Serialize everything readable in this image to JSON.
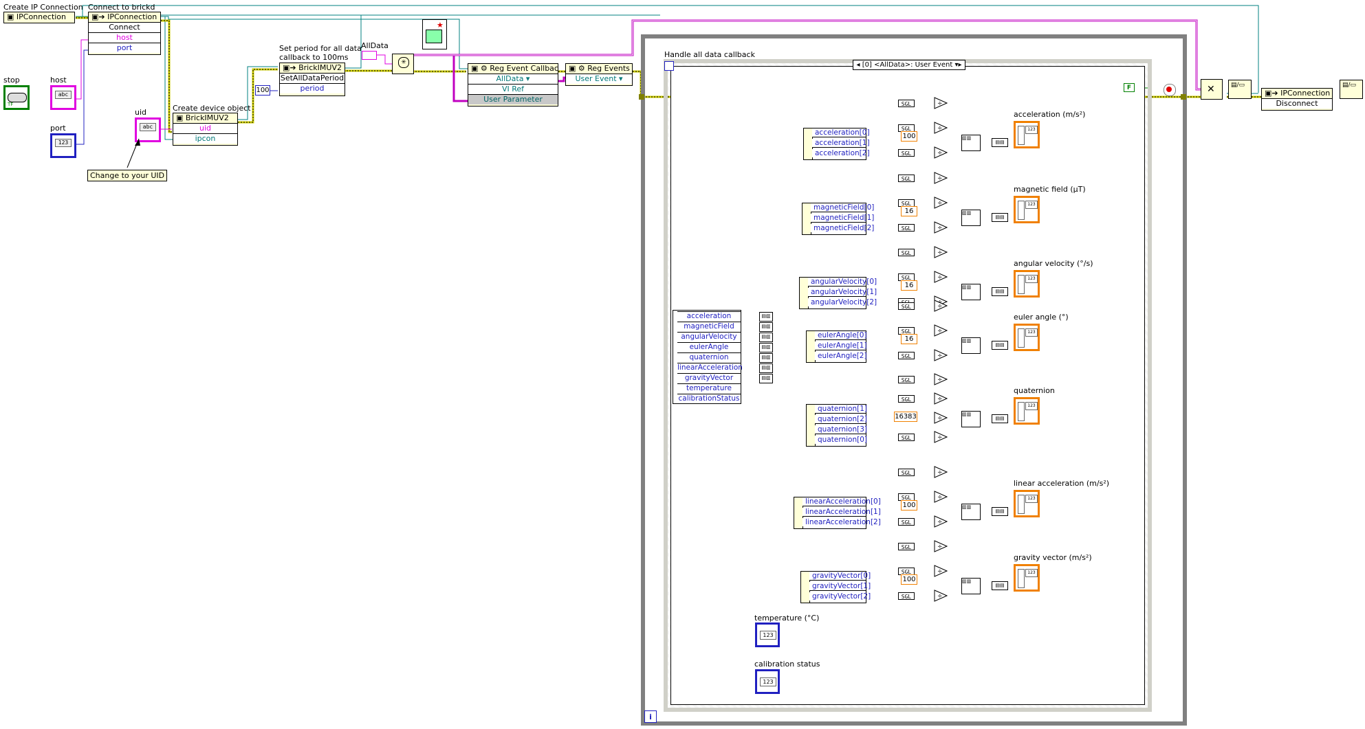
{
  "labels": {
    "create_ip": "Create IP Connection",
    "connect": "Connect to brickd",
    "stop": "stop",
    "host": "host",
    "port": "port",
    "uid": "uid",
    "change_uid": "Change to your UID",
    "create_device": "Create device object",
    "set_period": "Set period for all data\ncallback to 100ms",
    "alldata": "AllData",
    "handle_callback": "Handle all data callback",
    "temperature_ind": "temperature (°C)",
    "calibration_ind": "calibration status"
  },
  "nodes": {
    "ipcon_new": "IPConnection",
    "ipcon_connect": {
      "title": "IPConnection",
      "method": "Connect",
      "rows": [
        "host",
        "port"
      ]
    },
    "brick_new": {
      "title": "BrickIMUV2",
      "rows": [
        "uid",
        "ipcon"
      ]
    },
    "set_period": {
      "title": "BrickIMUV2",
      "method": "SetAllDataPeriod",
      "rows": [
        "period"
      ]
    },
    "reg_cb": {
      "title": "Reg Event Callback",
      "rows": [
        "AllData",
        "VI Ref",
        "User Parameter"
      ]
    },
    "reg_events": {
      "title": "Reg Events",
      "rows": [
        "User Event"
      ]
    },
    "ipcon_disc": {
      "title": "IPConnection",
      "method": "Disconnect"
    },
    "event_case": "[0] <AllData>: User Event"
  },
  "constants": {
    "period": "100",
    "bool_false": "F",
    "n100a": "100",
    "n16a": "16",
    "n16b": "16",
    "n16c": "16",
    "n16383": "16383",
    "n100b": "100",
    "n100c": "100",
    "sgl": "SGL",
    "abc": "abc",
    "num": "123",
    "tf": "TF",
    "i": "i"
  },
  "unbundle": [
    "acceleration",
    "magneticField",
    "angularVelocity",
    "eulerAngle",
    "quaternion",
    "linearAcceleration",
    "gravityVector",
    "temperature",
    "calibrationStatus"
  ],
  "groups": [
    {
      "rows": [
        "acceleration[0]",
        "acceleration[1]",
        "acceleration[2]"
      ],
      "const": "100",
      "indicator": "acceleration (m/s²)"
    },
    {
      "rows": [
        "magneticField[0]",
        "magneticField[1]",
        "magneticField[2]"
      ],
      "const": "16",
      "indicator": "magnetic field (µT)"
    },
    {
      "rows": [
        "angularVelocity[0]",
        "angularVelocity[1]",
        "angularVelocity[2]"
      ],
      "const": "16",
      "indicator": "angular velocity (°/s)"
    },
    {
      "rows": [
        "eulerAngle[0]",
        "eulerAngle[1]",
        "eulerAngle[2]"
      ],
      "const": "16",
      "indicator": "euler angle (°)"
    },
    {
      "rows": [
        "quaternion[1]",
        "quaternion[2]",
        "quaternion[3]",
        "quaternion[0]"
      ],
      "const": "16383",
      "indicator": "quaternion"
    },
    {
      "rows": [
        "linearAcceleration[0]",
        "linearAcceleration[1]",
        "linearAcceleration[2]"
      ],
      "const": "100",
      "indicator": "linear acceleration (m/s²)"
    },
    {
      "rows": [
        "gravityVector[0]",
        "gravityVector[1]",
        "gravityVector[2]"
      ],
      "const": "100",
      "indicator": "gravity vector (m/s²)"
    }
  ],
  "colors": {
    "wire_pink": "#e000e0",
    "wire_blue": "#2020c0",
    "wire_orange": "#f08000",
    "wire_brown": "#a04020",
    "wire_teal": "#008080",
    "node_bg": "#ffffd8",
    "frame_gray": "#808080"
  }
}
